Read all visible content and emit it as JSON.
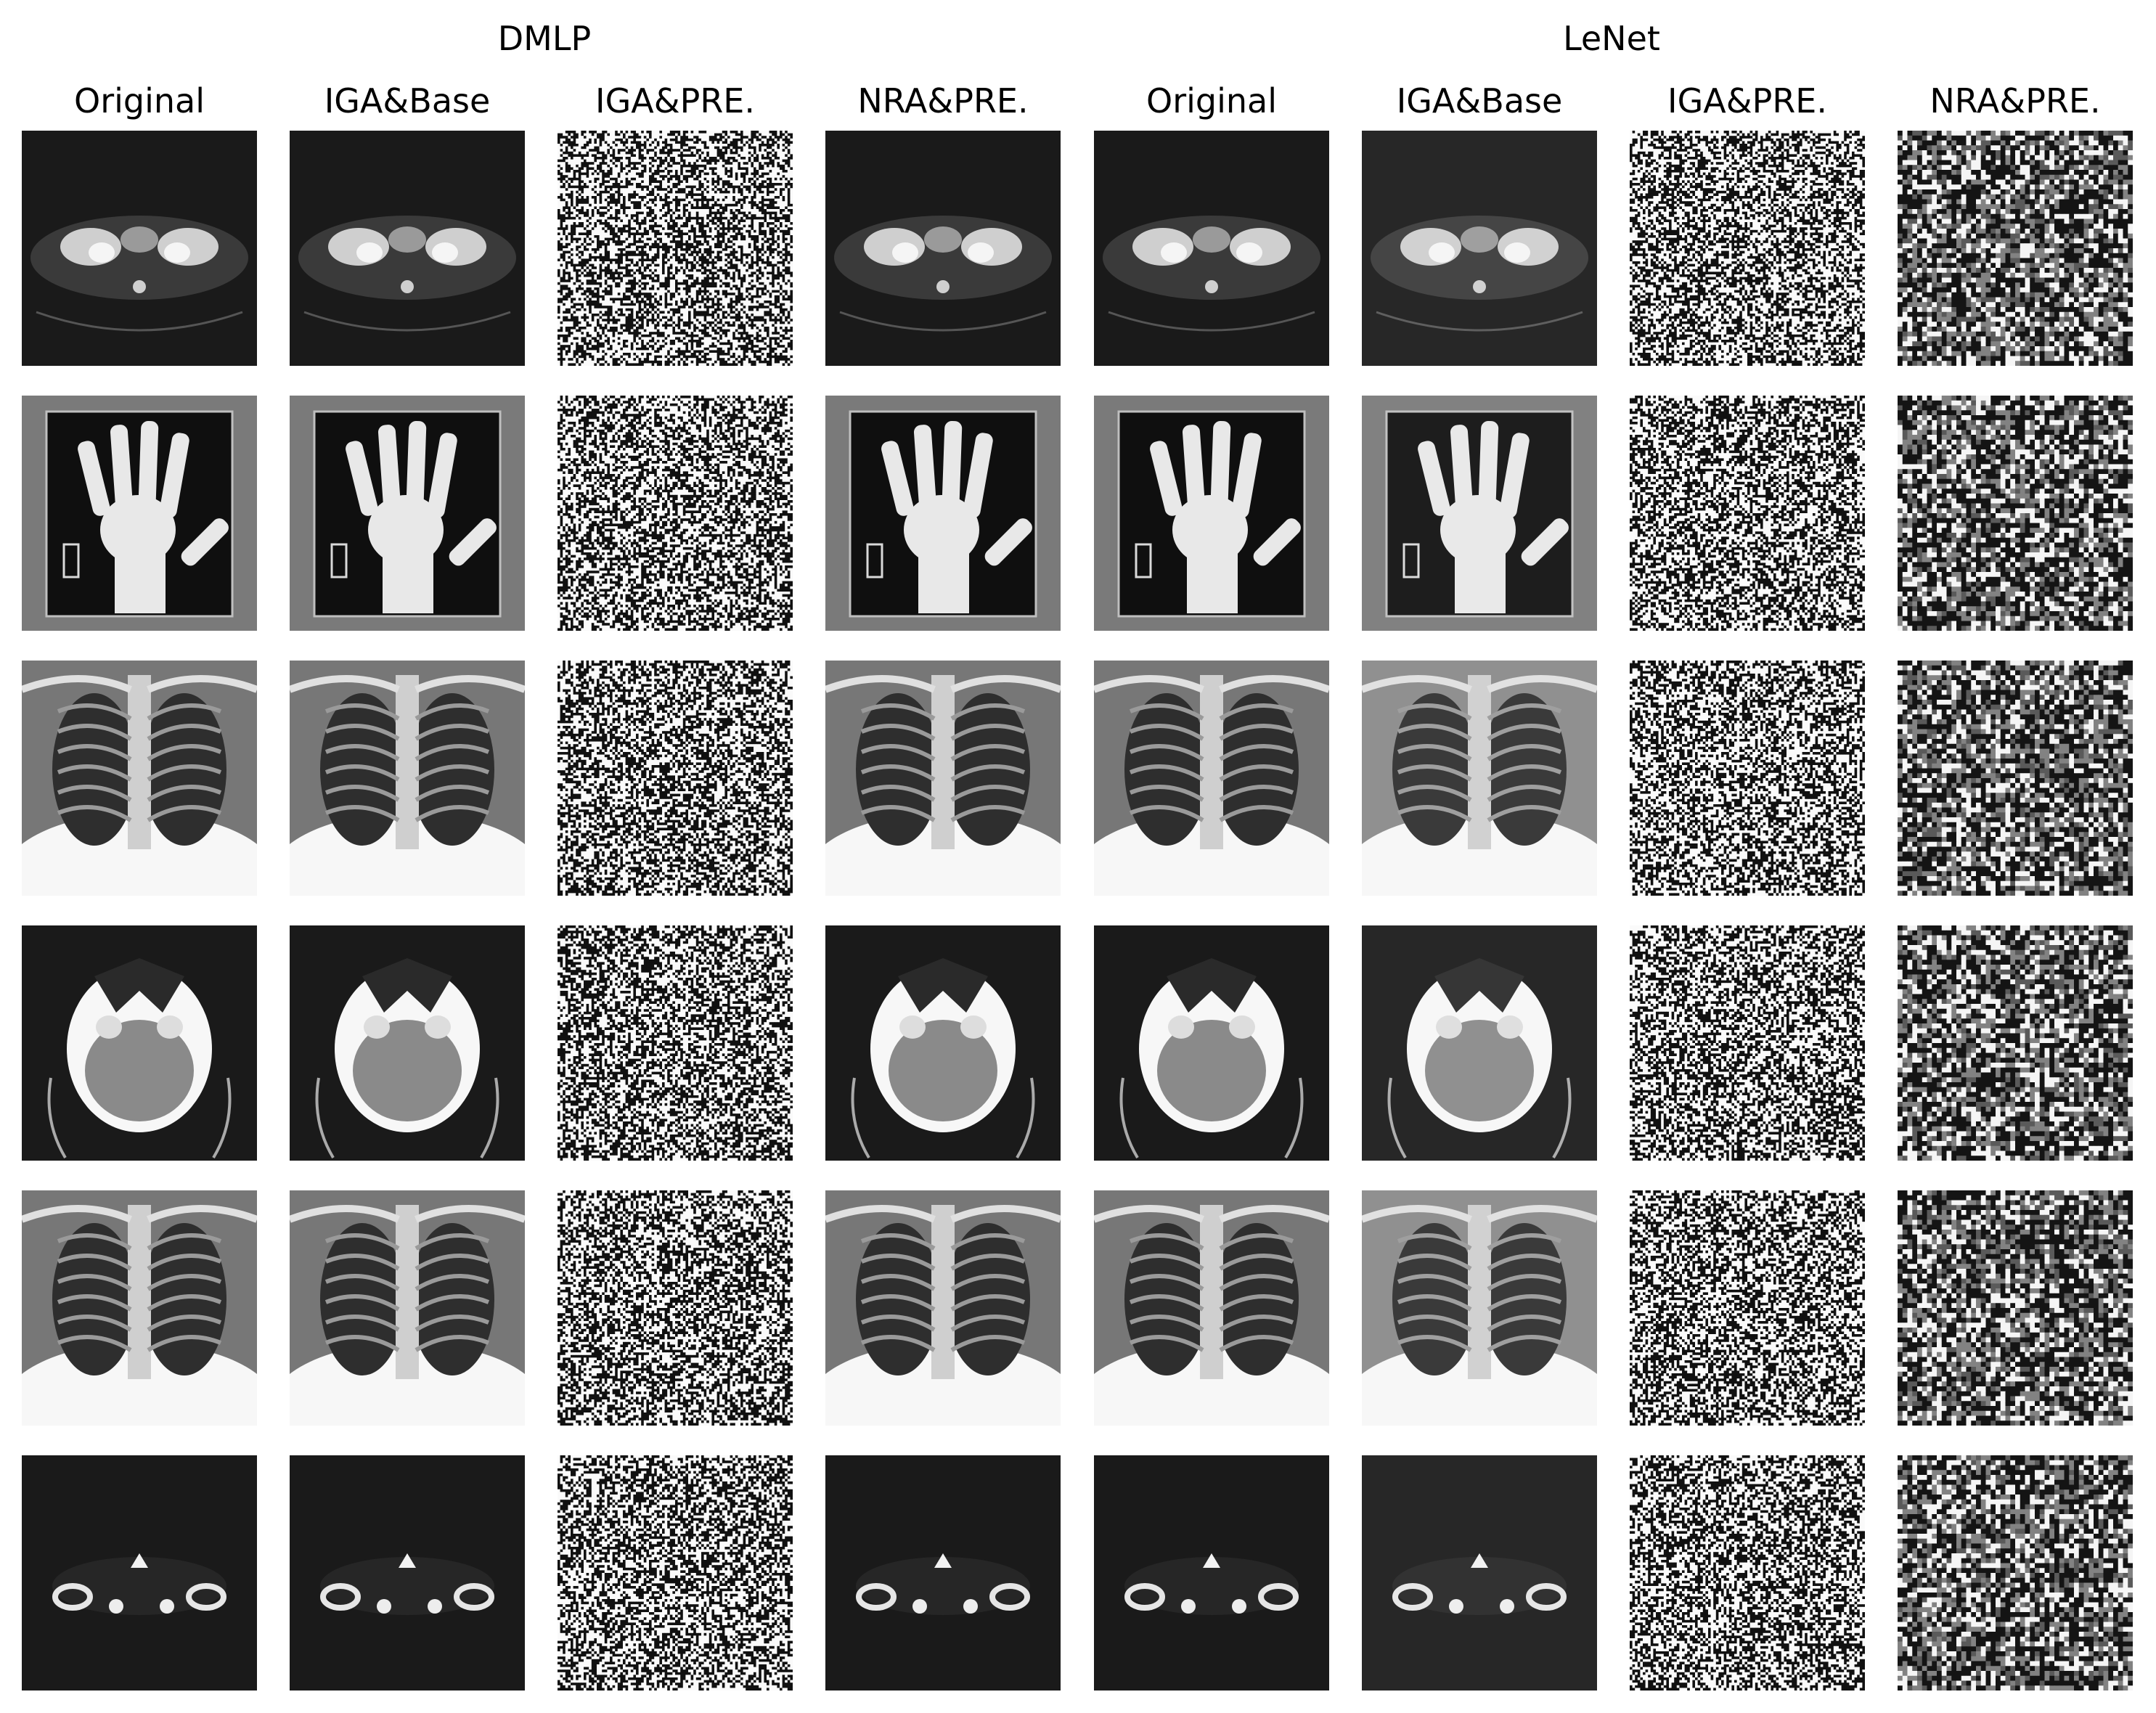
{
  "groups": [
    {
      "title": "DMLP",
      "columns": [
        "Original",
        "IGA&Base",
        "IGA&PRE.",
        "NRA&PRE."
      ]
    },
    {
      "title": "LeNet",
      "columns": [
        "Original",
        "IGA&Base",
        "IGA&PRE.",
        "NRA&PRE."
      ]
    }
  ],
  "rows": [
    {
      "subject": "pelvis-ct"
    },
    {
      "subject": "hand-xray"
    },
    {
      "subject": "chest-xray"
    },
    {
      "subject": "head-ct"
    },
    {
      "subject": "chest-xray"
    },
    {
      "subject": "pelvis-ct"
    }
  ],
  "panel_types": [
    "reconstruction",
    "reconstruction",
    "binary-noise",
    "reconstruction",
    "reconstruction",
    "reconstruction-blurred",
    "binary-noise",
    "coarse-noise"
  ],
  "colors": {
    "background": "#ffffff",
    "dark": "#1a1a1a",
    "bright": "#f2f2f2"
  }
}
